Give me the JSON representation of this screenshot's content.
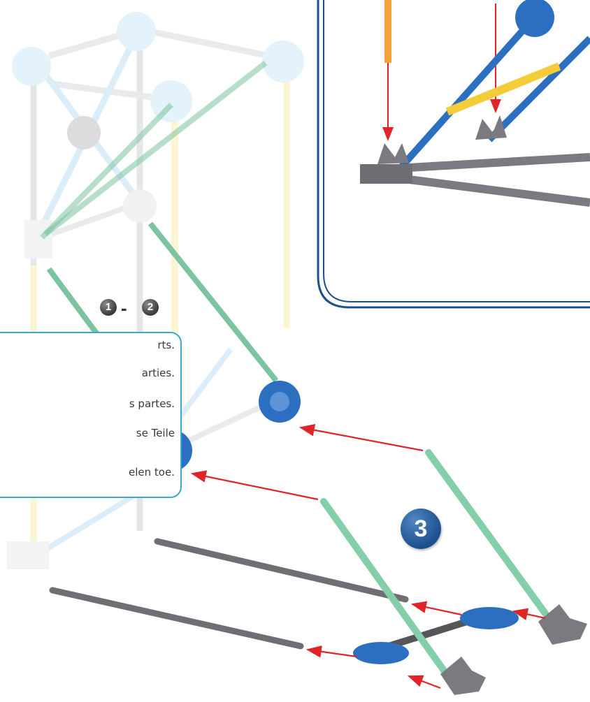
{
  "colors": {
    "green_rod": "#7cc4a0",
    "blue_connector": "#2c6fc1",
    "grey_part": "#7a7a80",
    "yellow_rod": "#f4cc3a",
    "arrow_red": "#e02428",
    "inset_border": "#1f4f8f",
    "callout_border": "#3aa6d8"
  },
  "step": {
    "number": "3",
    "substep_from": "1",
    "substep_to": "2",
    "range_dash": "-"
  },
  "callout": {
    "lines": [
      "rts.",
      "arties.",
      "s partes.",
      "se Teile",
      "elen toe."
    ]
  },
  "icons": {
    "step_badge": "numbered-circle-icon",
    "arrow": "red-arrow-icon",
    "connector": "gear-connector-icon"
  }
}
